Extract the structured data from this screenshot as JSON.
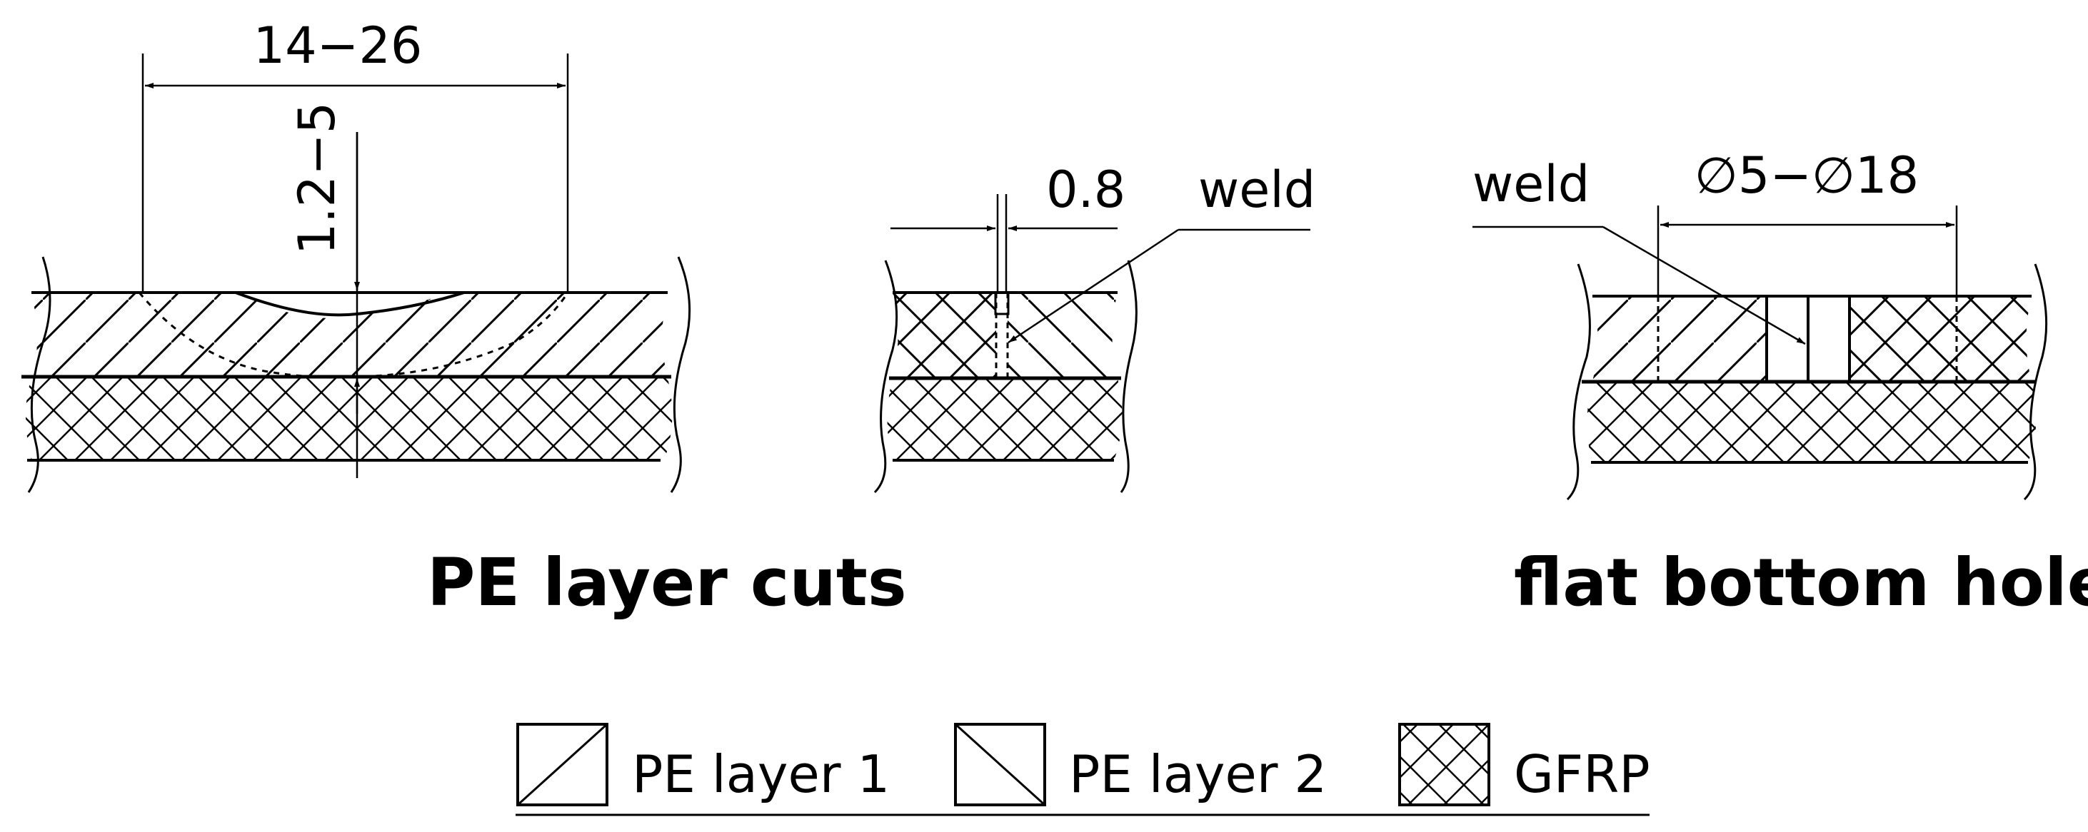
{
  "figure": {
    "left_panel": {
      "title": "PE layer cuts",
      "dim_width": "14−26",
      "dim_depth": "1.2−5"
    },
    "middle_panel": {
      "dim_gap": "0.8",
      "weld_label": "weld"
    },
    "right_panel": {
      "title": "flat bottom holes",
      "weld_label": "weld",
      "dim_diameter": "∅5−∅18"
    },
    "legend": {
      "items": [
        {
          "label": "PE layer 1",
          "pattern": "hatch-forward"
        },
        {
          "label": "PE layer 2",
          "pattern": "hatch-backward"
        },
        {
          "label": "GFRP",
          "pattern": "crosshatch"
        }
      ]
    }
  }
}
